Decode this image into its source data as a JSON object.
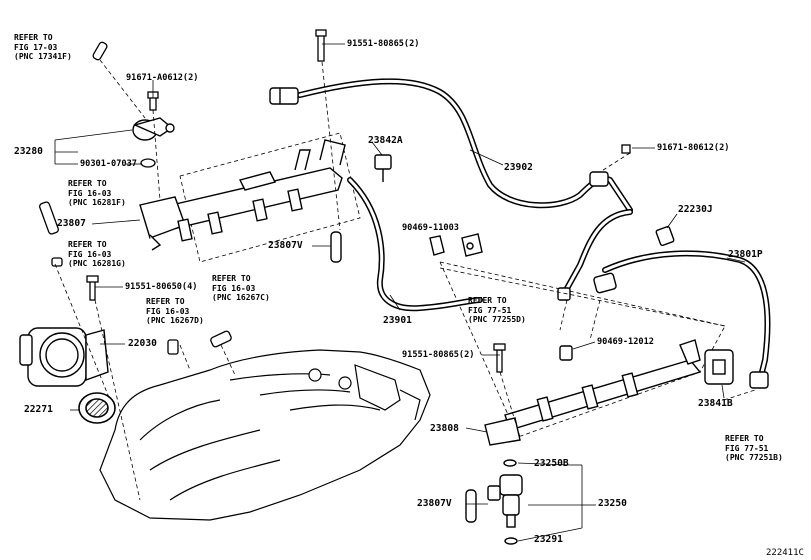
{
  "figure_id": "222411C",
  "parts": {
    "p23280": "23280",
    "p23807_top": "23807",
    "p23807v_top": "23807V",
    "p23842a": "23842A",
    "p23902": "23902",
    "p22230j": "22230J",
    "p23801p": "23801P",
    "p23901": "23901",
    "p22030": "22030",
    "p22271": "22271",
    "p23808": "23808",
    "p23841b": "23841B",
    "p23250b": "23250B",
    "p23250": "23250",
    "p23807v_bot": "23807V",
    "p23291": "23291"
  },
  "fasteners": {
    "f91551_80865_top": "91551-80865(2)",
    "f91671_a0612": "91671-A0612(2)",
    "f90301_07037": "90301-07037",
    "f91671_80612": "91671-80612(2)",
    "f90469_11003": "90469-11003",
    "f91551_80650": "91551-80650(4)",
    "f91551_80865_bot": "91551-80865(2)",
    "f90469_12012": "90469-12012"
  },
  "refs": {
    "fig17_03": [
      "REFER TO",
      "FIG 17-03",
      "(PNC 17341F)"
    ],
    "fig16_03_a": [
      "REFER TO",
      "FIG 16-03",
      "(PNC 16281F)"
    ],
    "fig16_03_b": [
      "REFER TO",
      "FIG 16-03",
      "(PNC 16281G)"
    ],
    "fig16_03_c": [
      "REFER TO",
      "FIG 16-03",
      "(PNC 16267C)"
    ],
    "fig16_03_d": [
      "REFER TO",
      "FIG 16-03",
      "(PNC 16267D)"
    ],
    "fig77_51_a": [
      "REFER TO",
      "FIG 77-51",
      "(PNC 77255D)"
    ],
    "fig77_51_b": [
      "REFER TO",
      "FIG 77-51",
      "(PNC 77251B)"
    ]
  }
}
